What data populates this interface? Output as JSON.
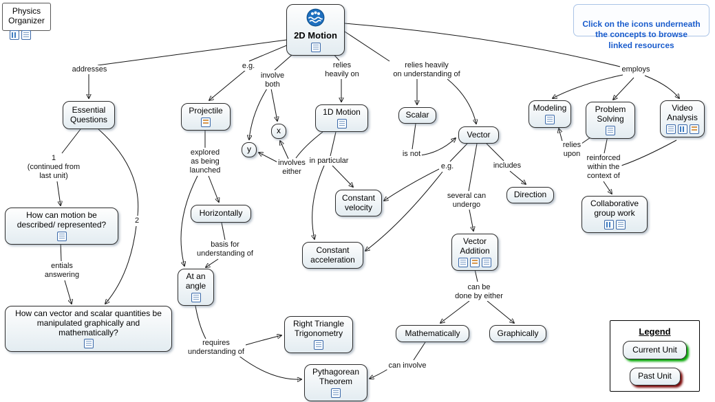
{
  "header": {
    "physics_organizer": "Physics Organizer",
    "physics_icons": [
      "chart",
      "doc"
    ],
    "instruction": "Click on the icons underneath\nthe concepts to browse\nlinked resources"
  },
  "colors": {
    "instruction_text": "#1a5ccc",
    "current_unit_glow": "#00a400",
    "past_unit_glow": "#7a0606",
    "node_border": "#2b2b2b",
    "edge": "#111111"
  },
  "nodes": {
    "motion_2d": {
      "label": "2D Motion",
      "icons": [
        "doc"
      ]
    },
    "essential_questions": {
      "label": "Essential Questions"
    },
    "projectile": {
      "label": "Projectile",
      "icons": [
        "media"
      ]
    },
    "x": {
      "label": "x"
    },
    "y": {
      "label": "y"
    },
    "motion_1d": {
      "label": "1D Motion",
      "icons": [
        "doc"
      ]
    },
    "scalar": {
      "label": "Scalar"
    },
    "vector": {
      "label": "Vector"
    },
    "modeling": {
      "label": "Modeling",
      "icons": [
        "doc"
      ]
    },
    "problem_solving": {
      "label": "Problem Solving",
      "icons": [
        "doc"
      ]
    },
    "video_analysis": {
      "label": "Video Analysis",
      "icons": [
        "doc",
        "chart",
        "media"
      ]
    },
    "direction": {
      "label": "Direction"
    },
    "constant_velocity": {
      "label": "Constant velocity"
    },
    "horizontally": {
      "label": "Horizontally"
    },
    "constant_acceleration": {
      "label": "Constant acceleration"
    },
    "vector_addition": {
      "label": "Vector Addition",
      "icons": [
        "doc",
        "media",
        "doc"
      ]
    },
    "at_an_angle": {
      "label": "At an angle",
      "icons": [
        "doc"
      ]
    },
    "collaborative": {
      "label": "Collaborative group work",
      "icons": [
        "chart",
        "doc"
      ]
    },
    "q_motion": {
      "label": "How can motion be described/ represented?",
      "icons": [
        "doc"
      ]
    },
    "q_vector_scalar": {
      "label": "How can vector and scalar quantities be manipulated graphically and mathematically?",
      "icons": [
        "doc"
      ]
    },
    "right_triangle": {
      "label": "Right Triangle Trigonometry",
      "icons": [
        "doc"
      ]
    },
    "mathematically": {
      "label": "Mathematically"
    },
    "graphically": {
      "label": "Graphically"
    },
    "pythagorean": {
      "label": "Pythagorean Theorem",
      "icons": [
        "doc"
      ]
    }
  },
  "links": {
    "addresses": "addresses",
    "eg1": "e.g.",
    "involve_both": "involve\nboth",
    "relies_heavily": "relies\nheavily on",
    "relies_understanding": "relies heavily\non understanding of",
    "employs": "employs",
    "continued": "1\n(continued from\nlast unit)",
    "two": "2",
    "entials": "entials\nanswering",
    "explored": "explored\nas being\nlaunched",
    "involves_either": "involves\neither",
    "in_particular": "in particular",
    "is_not": "is not",
    "eg2": "e.g.",
    "includes": "includes",
    "relies_upon": "relies\nupon",
    "reinforced": "reinforced\nwithin the\ncontext of",
    "basis": "basis for\nunderstanding of",
    "several": "several can\nundergo",
    "can_be_done": "can be\ndone by either",
    "requires": "requires\nunderstanding of",
    "can_involve": "can involve"
  },
  "legend": {
    "title": "Legend",
    "current": "Current Unit",
    "past": "Past Unit"
  }
}
